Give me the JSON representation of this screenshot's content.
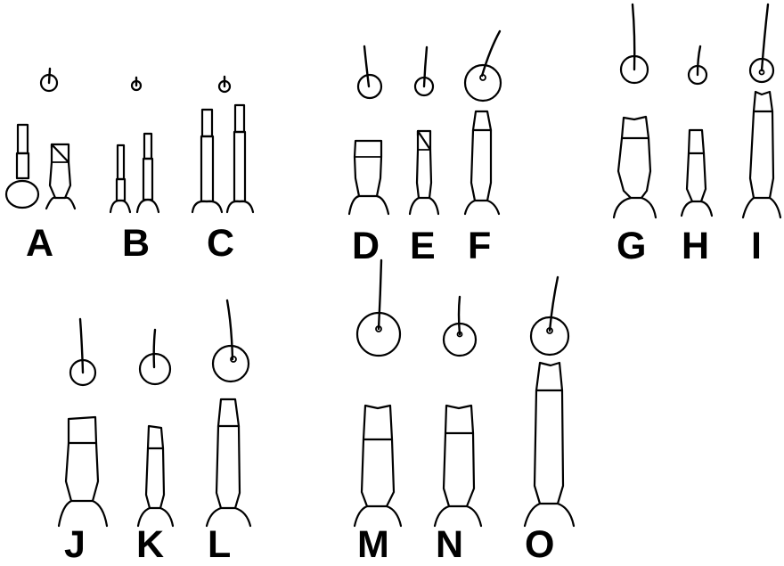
{
  "figure": {
    "ink_color": "#000000",
    "background_color": "#ffffff",
    "panels": [
      {
        "label": "A"
      },
      {
        "label": "B"
      },
      {
        "label": "C"
      },
      {
        "label": "D"
      },
      {
        "label": "E"
      },
      {
        "label": "F"
      },
      {
        "label": "G"
      },
      {
        "label": "H"
      },
      {
        "label": "I"
      },
      {
        "label": "J"
      },
      {
        "label": "K"
      },
      {
        "label": "L"
      },
      {
        "label": "M"
      },
      {
        "label": "N"
      },
      {
        "label": "O"
      }
    ]
  }
}
